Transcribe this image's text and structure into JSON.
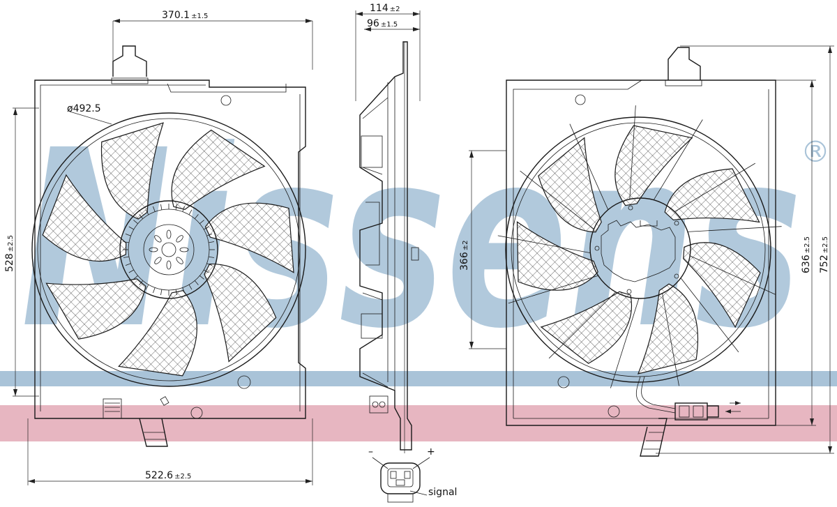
{
  "watermark": {
    "brand": "Nissens",
    "registered_mark": "®",
    "blue_color": "#a9c3d8",
    "pink_color": "#e7b6c1"
  },
  "dimensions": {
    "front_top_width": {
      "value": "370.1",
      "tol": "±1.5"
    },
    "fan_diameter": {
      "value": "ø492.5"
    },
    "front_height": {
      "value": "528",
      "tol": "±2.5"
    },
    "front_bottom_width": {
      "value": "522.6",
      "tol": "±2.5"
    },
    "side_total_depth": {
      "value": "114",
      "tol": "±2"
    },
    "side_depth": {
      "value": "96",
      "tol": "±1.5"
    },
    "rear_mount_height": {
      "value": "366",
      "tol": "±2"
    },
    "rear_height": {
      "value": "636",
      "tol": "±2.5"
    },
    "rear_total_height": {
      "value": "752",
      "tol": "±2.5"
    }
  },
  "connector": {
    "minus": "–",
    "plus": "+",
    "signal": "signal"
  }
}
